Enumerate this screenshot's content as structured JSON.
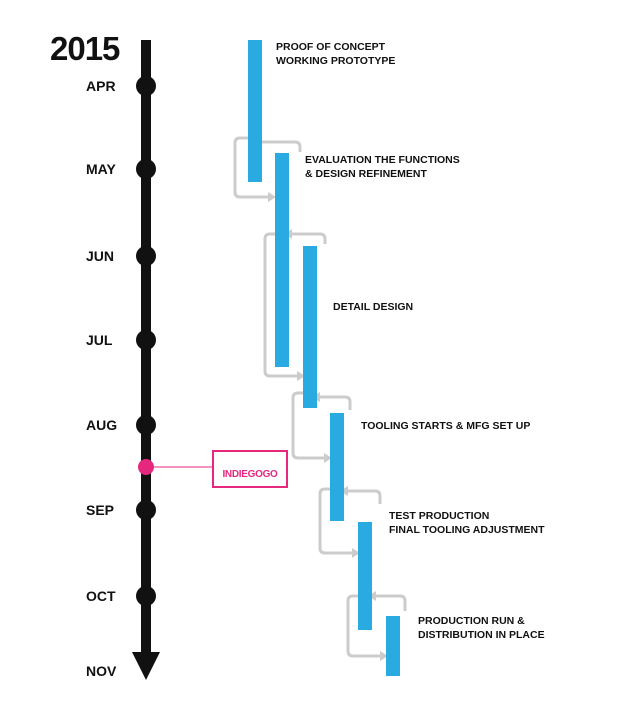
{
  "year": "2015",
  "months": [
    "APR",
    "MAY",
    "JUN",
    "JUL",
    "AUG",
    "SEP",
    "OCT",
    "NOV"
  ],
  "milestone": {
    "label": "INDIEGOGO",
    "color": "#e5287e"
  },
  "tasks": [
    {
      "line1": "PROOF OF CONCEPT",
      "line2": "WORKING PROTOTYPE"
    },
    {
      "line1": "EVALUATION THE FUNCTIONS",
      "line2": "& DESIGN REFINEMENT"
    },
    {
      "line1": "DETAIL DESIGN",
      "line2": ""
    },
    {
      "line1": "TOOLING STARTS & MFG SET UP",
      "line2": ""
    },
    {
      "line1": "TEST PRODUCTION",
      "line2": "FINAL TOOLING ADJUSTMENT"
    },
    {
      "line1": "PRODUCTION RUN &",
      "line2": "DISTRIBUTION IN PLACE"
    }
  ],
  "colors": {
    "bar": "#29abe2",
    "timeline": "#111111",
    "connector": "#cccccc"
  }
}
